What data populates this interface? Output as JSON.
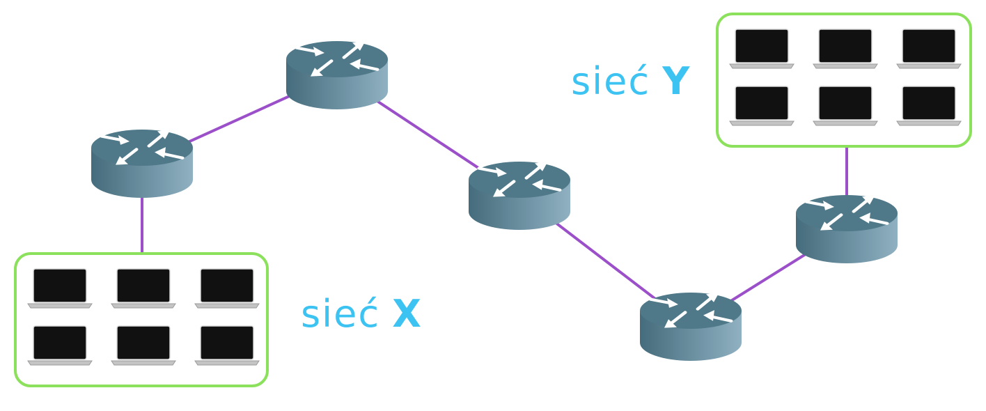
{
  "colors": {
    "link": "#9b4fc9",
    "group_border": "#8be05c",
    "label": "#3cc3f2",
    "router_top": "#4f7888",
    "router_side_dark": "#456c7c",
    "router_side_light": "#8fb1c2",
    "arrow": "#ffffff",
    "laptop_screen": "#111111",
    "laptop_base": "#c4c4c4"
  },
  "networks": [
    {
      "id": "x",
      "prefix": "sieć",
      "name": "X",
      "laptop_count": 6,
      "icon": "laptop-icon"
    },
    {
      "id": "y",
      "prefix": "sieć",
      "name": "Y",
      "laptop_count": 6,
      "icon": "laptop-icon"
    }
  ],
  "routers": [
    {
      "id": "r1",
      "icon": "router-icon"
    },
    {
      "id": "r2",
      "icon": "router-icon"
    },
    {
      "id": "r3",
      "icon": "router-icon"
    },
    {
      "id": "r4",
      "icon": "router-icon"
    },
    {
      "id": "r5",
      "icon": "router-icon"
    }
  ],
  "links": [
    {
      "from": "network-x",
      "to": "r1"
    },
    {
      "from": "r1",
      "to": "r2"
    },
    {
      "from": "r2",
      "to": "r3"
    },
    {
      "from": "r3",
      "to": "r4"
    },
    {
      "from": "r4",
      "to": "r5"
    },
    {
      "from": "r5",
      "to": "network-y"
    }
  ]
}
